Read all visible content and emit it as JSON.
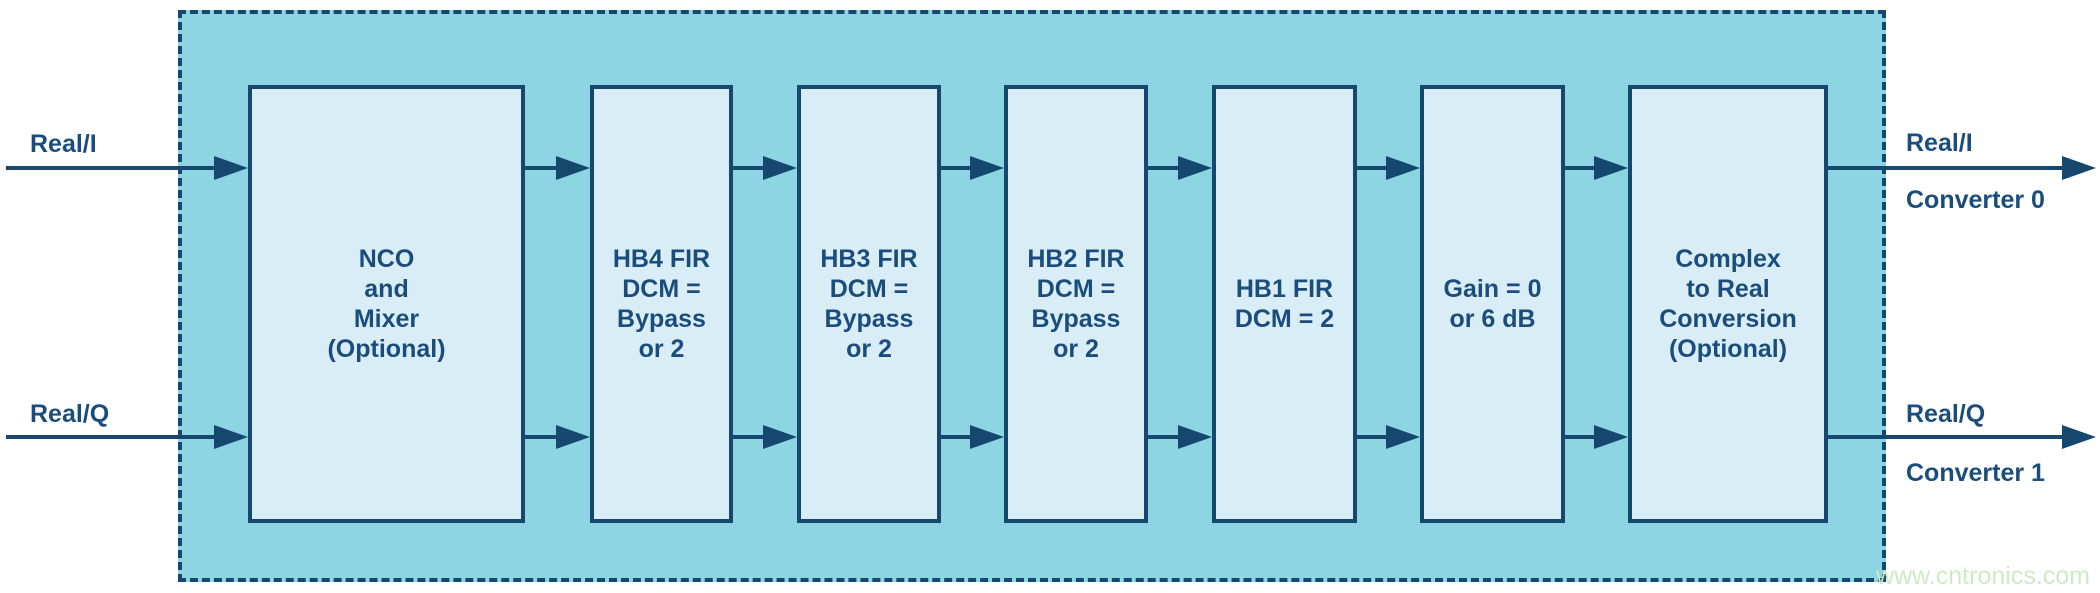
{
  "diagram": {
    "type": "signal-processing-block-diagram",
    "inputs": {
      "i_label": "Real/I",
      "q_label": "Real/Q"
    },
    "outputs": {
      "i_signal": "Real/I",
      "i_converter": "Converter 0",
      "q_signal": "Real/Q",
      "q_converter": "Converter 1"
    },
    "blocks": [
      {
        "id": "nco-mixer",
        "lines": [
          "NCO",
          "and",
          "Mixer",
          "(Optional)"
        ]
      },
      {
        "id": "hb4-fir",
        "lines": [
          "HB4 FIR",
          "DCM =",
          "Bypass",
          "or 2"
        ]
      },
      {
        "id": "hb3-fir",
        "lines": [
          "HB3 FIR",
          "DCM =",
          "Bypass",
          "or 2"
        ]
      },
      {
        "id": "hb2-fir",
        "lines": [
          "HB2 FIR",
          "DCM =",
          "Bypass",
          "or 2"
        ]
      },
      {
        "id": "hb1-fir",
        "lines": [
          "HB1 FIR",
          "DCM = 2"
        ]
      },
      {
        "id": "gain",
        "lines": [
          "Gain = 0",
          "or 6 dB"
        ]
      },
      {
        "id": "complex-to-real",
        "lines": [
          "Complex",
          "to Real",
          "Conversion",
          "(Optional)"
        ]
      }
    ],
    "watermark": "www.cntronics.com",
    "colors": {
      "container_fill": "#8dd5e2",
      "block_fill": "#d9edf6",
      "line": "#16476f",
      "text": "#1a4d7c",
      "watermark": "#cfe9c4"
    }
  }
}
